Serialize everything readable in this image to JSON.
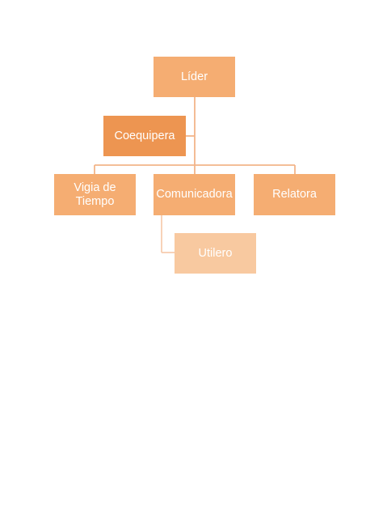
{
  "org_chart": {
    "nodes": {
      "lider": "Líder",
      "coequipera": "Coequipera",
      "vigia": "Vigia de\nTiempo",
      "comunicadora": "Comunicadora",
      "relatora": "Relatora",
      "utilero": "Utilero"
    },
    "colors": {
      "primary_box": "#f5ad72",
      "assistant_box": "#ed9551",
      "sub_box": "#f8c9a0",
      "connector": "#f3b489",
      "sub_connector": "#f7cdb0"
    }
  }
}
